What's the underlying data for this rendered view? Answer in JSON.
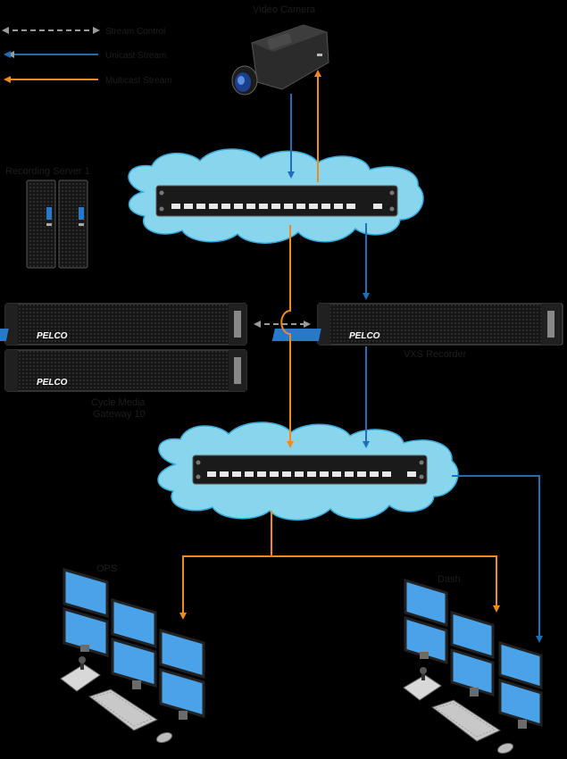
{
  "colors": {
    "background": "#000000",
    "cloud": "#87d6ee",
    "cloud_edge": "#3aa9d6",
    "unicast": "#1f6fb7",
    "multicast": "#f08a1d",
    "control": "#9a9a9a",
    "rack": "#141414",
    "pelco": "#2a78c8",
    "monitor_screen": "#4aa2e8",
    "label_text": "#1e1e1e"
  },
  "legend": {
    "stream_control": "Stream Control",
    "unicast_stream": "Unicast Stream",
    "multicast_stream": "Multicast Stream"
  },
  "labels": {
    "camera": "Video Camera",
    "storage": "Recording Server 1",
    "vxs": "VXS Recorder",
    "gateway_line1": "Cycle Media",
    "gateway_line2": "Gateway 10",
    "ws_left": "OPS",
    "ws_right": "Dash"
  },
  "branding": {
    "server_logo": "PELCO"
  },
  "icons": {
    "camera": "camera-icon",
    "switch": "network-switch-icon",
    "cloud": "network-cloud-icon",
    "tower": "tower-server-icon",
    "rack": "rack-server-icon",
    "monitor": "monitor-icon",
    "keyboard": "keyboard-icon",
    "joystick": "joystick-icon",
    "mouse": "mouse-icon"
  }
}
